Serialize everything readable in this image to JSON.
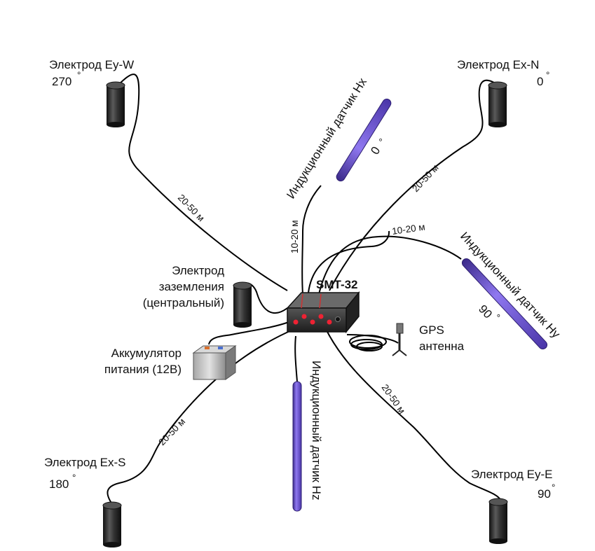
{
  "electrodes": {
    "ey_w": {
      "name": "Электрод Ey-W",
      "angle": "270"
    },
    "ex_n": {
      "name": "Электрод Ex-N",
      "angle": "0"
    },
    "ex_s": {
      "name": "Электрод Ex-S",
      "angle": "180"
    },
    "ey_e": {
      "name": "Электрод Ey-E",
      "angle": "90"
    },
    "ground": {
      "line1": "Электрод",
      "line2": "заземления",
      "line3": "(центральный)"
    }
  },
  "battery": {
    "line1": "Аккумулятор",
    "line2": "питания (12В)"
  },
  "device": {
    "name": "SMT-32"
  },
  "gps": {
    "line1": "GPS",
    "line2": "антенна"
  },
  "sensors": {
    "hx": {
      "label": "Индукционный датчик  Hx",
      "angle": "0"
    },
    "hy": {
      "label": "Индукционный датчик  Hy",
      "angle": "90"
    },
    "hz": {
      "label": "Индукционный датчик  Hz"
    }
  },
  "distances": {
    "long": "20-50 м",
    "short": "10-20 м"
  },
  "degree_symbol": "°",
  "colors": {
    "electrode": "#2a2a2a",
    "sensor": "#6a4fc8",
    "wire": "#000000",
    "device": "#333333"
  }
}
